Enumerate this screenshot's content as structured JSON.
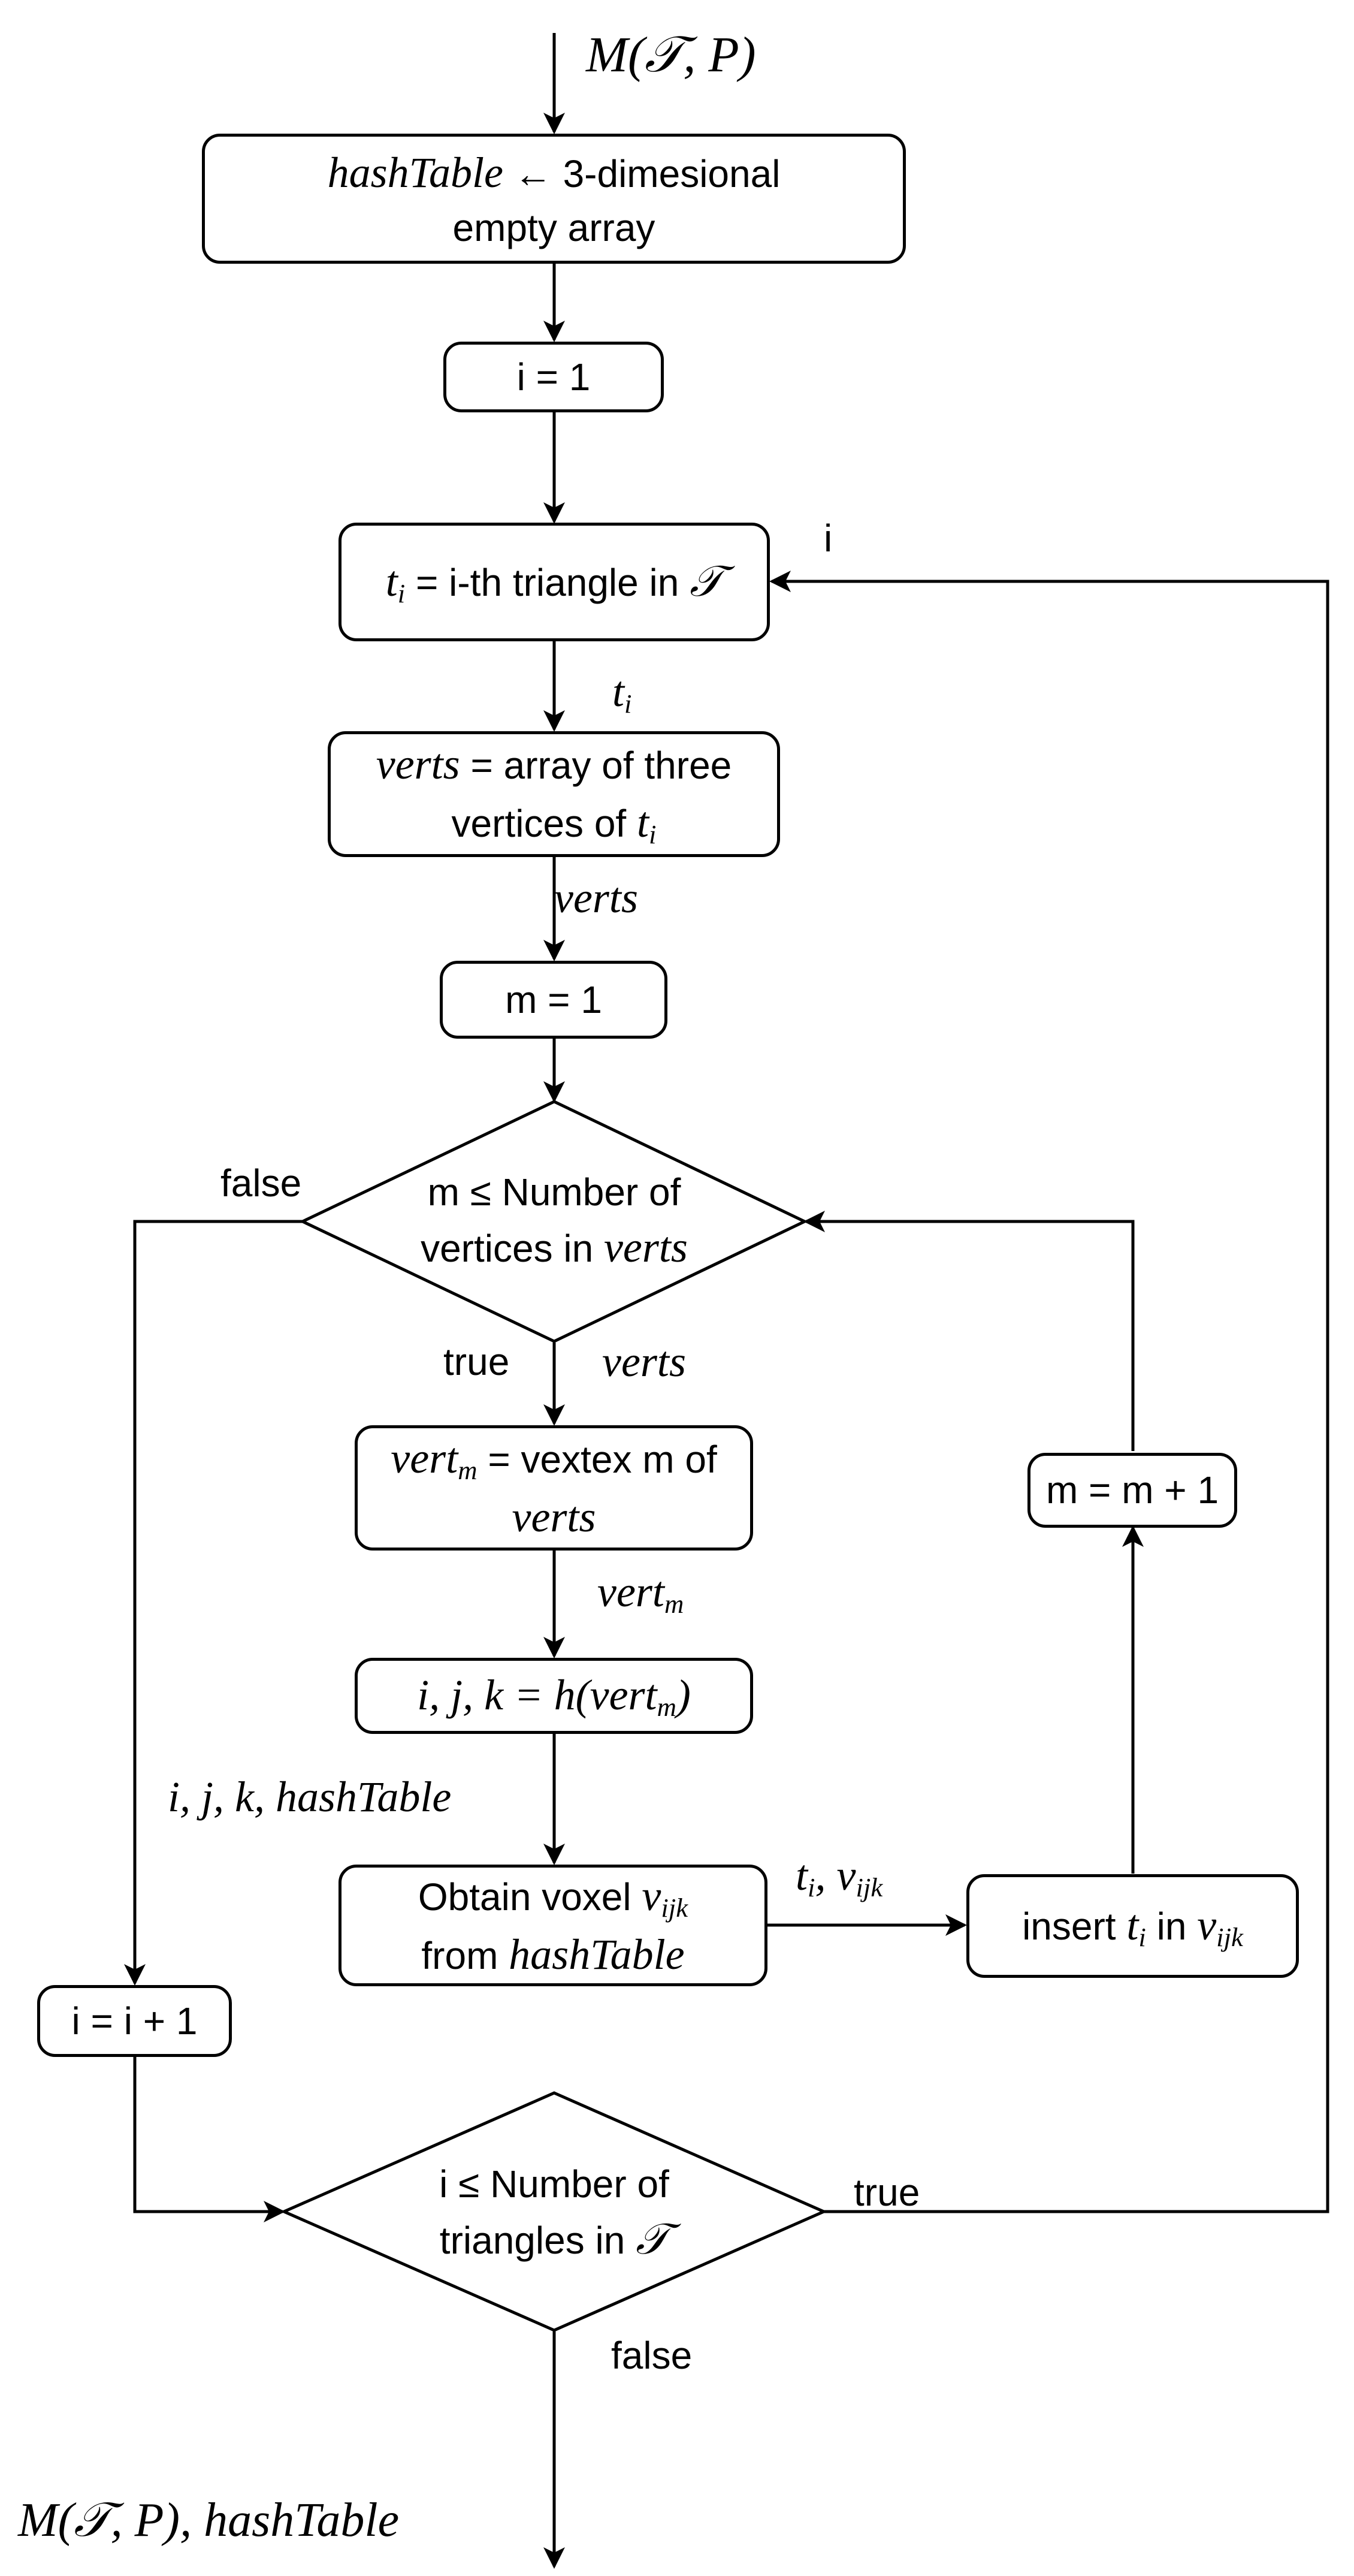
{
  "input_label": {
    "prefix": "M(",
    "sym": "𝒯",
    "suffix": ", P)"
  },
  "output_label": {
    "prefix": "M(",
    "sym": "𝒯",
    "suffix": ", P), hashTable"
  },
  "nodes": {
    "init_table": {
      "var": "hashTable",
      "arrow": " ← ",
      "text1": "3-dimesional",
      "text2": "empty array"
    },
    "init_i": {
      "text": "i = 1"
    },
    "get_triangle": {
      "var": "t",
      "sub": "i",
      "text": " = i-th triangle in ",
      "sym": "𝒯"
    },
    "get_verts": {
      "var": "verts",
      "text1": " = array of three",
      "text2": "vertices of ",
      "var2": "t",
      "sub2": "i"
    },
    "init_m": {
      "text": "m = 1"
    },
    "cond_m": {
      "text1": "m ≤ Number of",
      "text2": "vertices in ",
      "var": "verts"
    },
    "get_vert": {
      "var": "vert",
      "sub": "m",
      "text": " = vextex m of",
      "var2": "verts"
    },
    "hash": {
      "expr": "i, j, k = h(",
      "var": "vert",
      "sub": "m",
      "close": ")"
    },
    "obtain_voxel": {
      "text1": "Obtain voxel ",
      "var1": "v",
      "sub1": "ijk",
      "text2": "from ",
      "var2": "hashTable"
    },
    "insert": {
      "text": "insert ",
      "var1": "t",
      "sub1": "i",
      "text2": " in ",
      "var2": "v",
      "sub2": "ijk"
    },
    "inc_m": {
      "text": "m = m + 1"
    },
    "inc_i": {
      "text": "i = i + 1"
    },
    "cond_i": {
      "text1": "i ≤ Number of",
      "text2": "triangles in ",
      "sym": "𝒯"
    }
  },
  "edge_labels": {
    "i_loop": "i",
    "ti": {
      "var": "t",
      "sub": "i"
    },
    "verts1": "verts",
    "false_m": "false",
    "true_m": "true",
    "verts2": "verts",
    "vert_m": {
      "var": "vert",
      "sub": "m"
    },
    "ijk_hash": "i, j, k, hashTable",
    "ti_vijk": {
      "var1": "t",
      "sub1": "i",
      "sep": ", ",
      "var2": "v",
      "sub2": "ijk"
    },
    "true_i": "true",
    "false_i": "false"
  }
}
